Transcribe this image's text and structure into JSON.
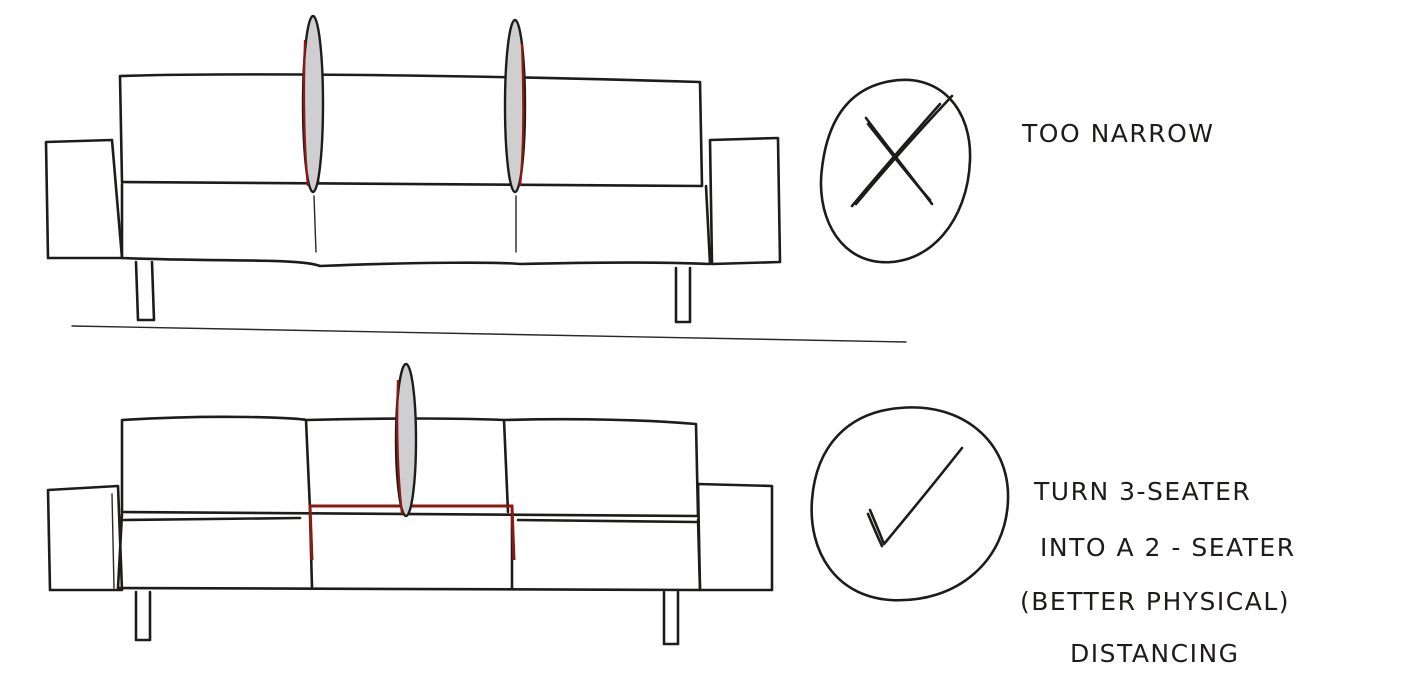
{
  "colors": {
    "ink": "#1e1c1a",
    "divider_fill": "#cfcfd2",
    "highlight_red": "#8a1a12",
    "background": "#ffffff"
  },
  "top_panel": {
    "verdict_icon": "x-mark-in-circle",
    "label": "TOO NARROW"
  },
  "bottom_panel": {
    "verdict_icon": "check-mark-in-circle",
    "label_lines": [
      "TURN 3-SEATER",
      "INTO A 2 - SEATER",
      "(BETTER PHYSICAL)",
      "DISTANCING"
    ]
  }
}
